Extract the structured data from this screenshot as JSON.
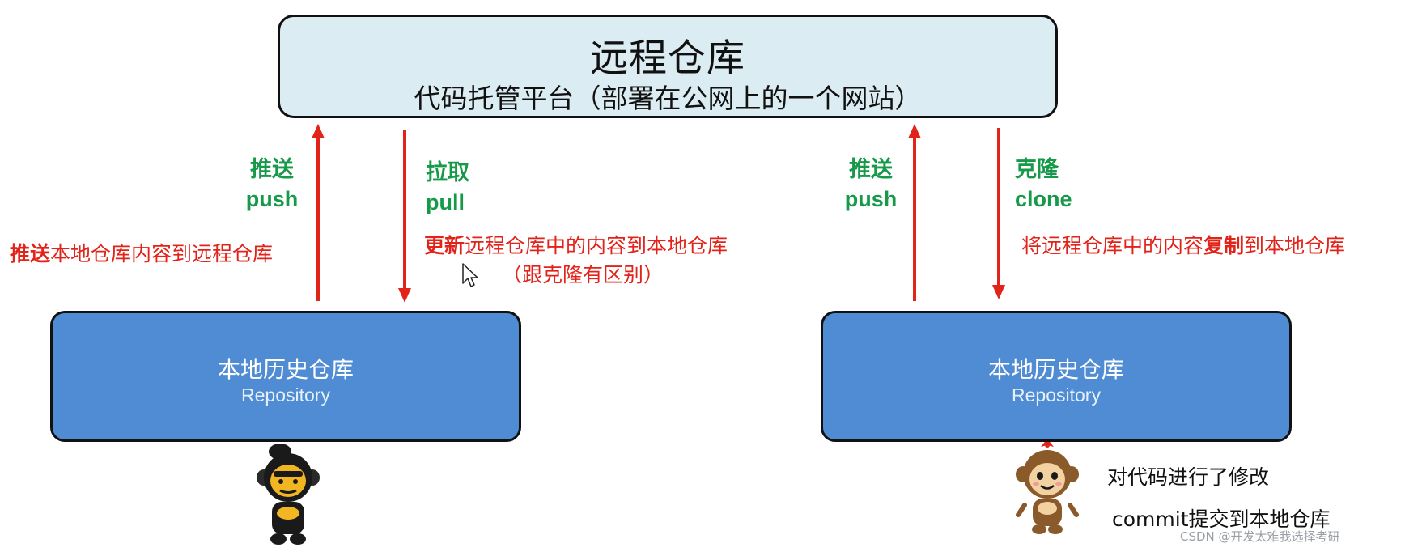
{
  "remote": {
    "title": "远程仓库",
    "subtitle": "代码托管平台（部署在公网上的一个网站）"
  },
  "left": {
    "push_cn": "推送",
    "push_en": "push",
    "pull_cn": "拉取",
    "pull_en": "pull",
    "push_desc_bold": "推送",
    "push_desc_rest": "本地仓库内容到远程仓库",
    "pull_desc_bold": "更新",
    "pull_desc_rest": "远程仓库中的内容到本地仓库",
    "pull_note": "（跟克隆有区别）",
    "local_title": "本地历史仓库",
    "local_sub": "Repository"
  },
  "right": {
    "push_cn": "推送",
    "push_en": "push",
    "clone_cn": "克隆",
    "clone_en": "clone",
    "clone_desc_pre": "将远程仓库中的内容",
    "clone_desc_bold": "复制",
    "clone_desc_post": "到本地仓库",
    "local_title": "本地历史仓库",
    "local_sub": "Repository",
    "note_1": "对代码进行了修改",
    "note_2": "commit提交到本地仓库"
  },
  "watermark": "CSDN @开发太难我选择考研",
  "colors": {
    "arrow": "#e2231a",
    "green_label": "#169a4a",
    "remote_fill": "#dcecf3",
    "local_fill": "#4f8cd3"
  },
  "icons": [
    "cursor-icon",
    "monkey-boy-icon",
    "monkey-girl-icon"
  ]
}
